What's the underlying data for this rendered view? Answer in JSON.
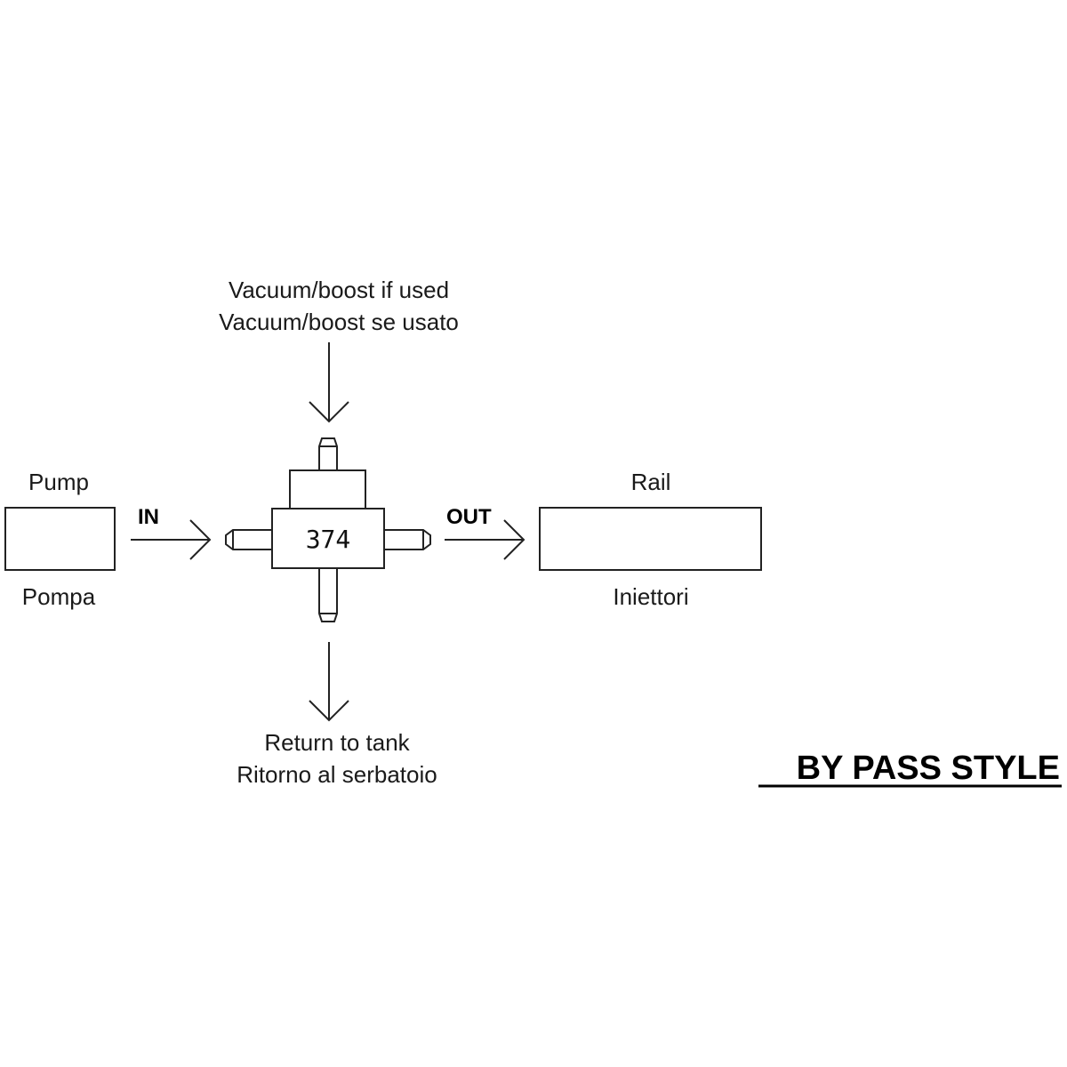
{
  "vacuum": {
    "line1": "Vacuum/boost if used",
    "line2": "Vacuum/boost se usato"
  },
  "pump": {
    "label_en": "Pump",
    "label_it": "Pompa"
  },
  "flow": {
    "in_label": "IN",
    "out_label": "OUT"
  },
  "regulator": {
    "number": "374"
  },
  "rail": {
    "label_en": "Rail",
    "label_it": "Iniettori"
  },
  "return": {
    "line1": "Return to tank",
    "line2": "Ritorno al serbatoio"
  },
  "style_title": "BY PASS STYLE",
  "colors": {
    "line": "#222222",
    "background": "#ffffff"
  }
}
